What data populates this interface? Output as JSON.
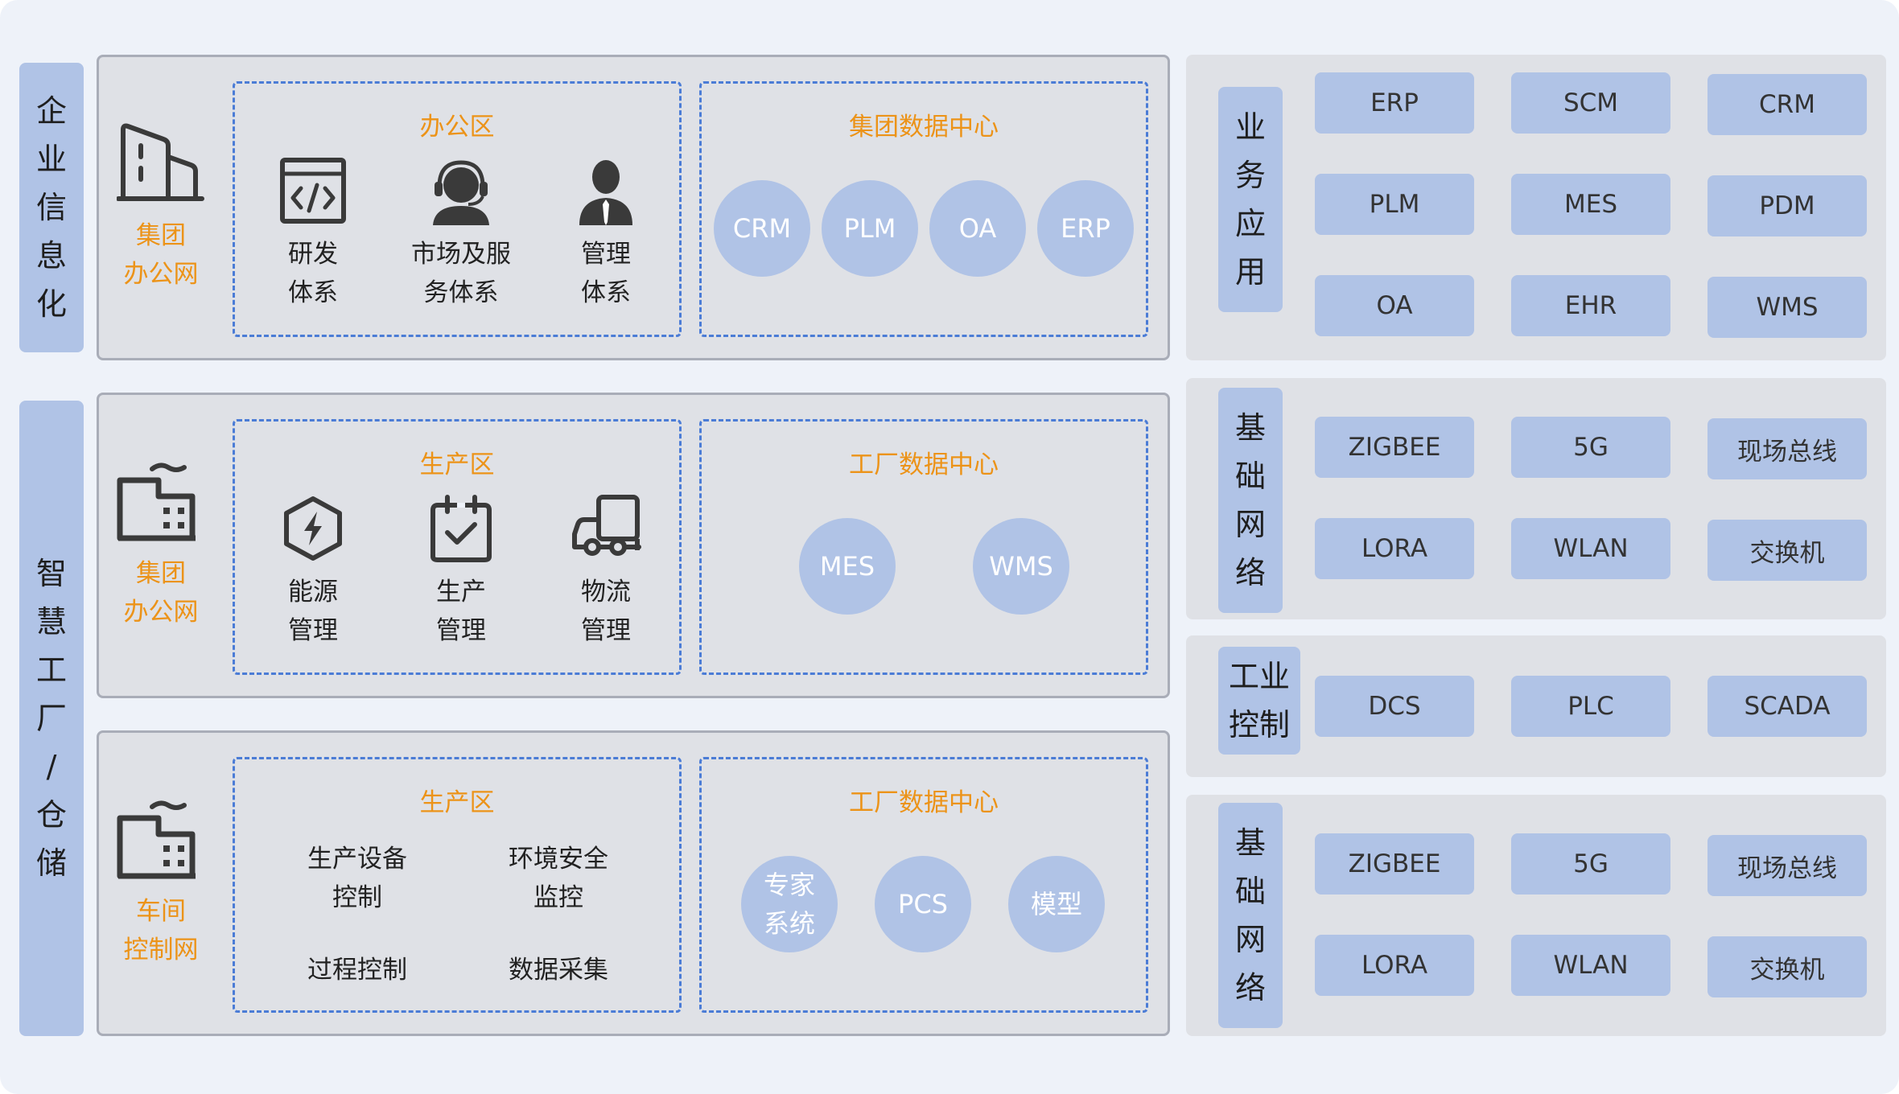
{
  "left_tags": {
    "enterprise": [
      "企",
      "业",
      "信",
      "息",
      "化"
    ],
    "factory": [
      "智",
      "慧",
      "工",
      "厂",
      "/",
      "仓",
      "储"
    ]
  },
  "rows": [
    {
      "net_label": [
        "集团",
        "办公网"
      ],
      "net_icon": "office-building-icon",
      "zone_title": "办公区",
      "zone_items": [
        {
          "icon": "code-window-icon",
          "label": [
            "研发",
            "体系"
          ]
        },
        {
          "icon": "headset-agent-icon",
          "label": [
            "市场及服",
            "务体系"
          ]
        },
        {
          "icon": "manager-person-icon",
          "label": [
            "管理",
            "体系"
          ]
        }
      ],
      "center_title": "集团数据中心",
      "center_items": [
        "CRM",
        "PLM",
        "OA",
        "ERP"
      ]
    },
    {
      "net_label": [
        "集团",
        "办公网"
      ],
      "net_icon": "factory-icon",
      "zone_title": "生产区",
      "zone_items": [
        {
          "icon": "energy-hexagon-icon",
          "label": [
            "能源",
            "管理"
          ]
        },
        {
          "icon": "calendar-check-icon",
          "label": [
            "生产",
            "管理"
          ]
        },
        {
          "icon": "forklift-icon",
          "label": [
            "物流",
            "管理"
          ]
        }
      ],
      "center_title": "工厂数据中心",
      "center_items": [
        "MES",
        "WMS"
      ]
    },
    {
      "net_label": [
        "车间",
        "控制网"
      ],
      "net_icon": "factory-icon",
      "zone_title": "生产区",
      "zone_text_items": [
        [
          "生产设备",
          "控制"
        ],
        [
          "环境安全",
          "监控"
        ],
        [
          "过程控制"
        ],
        [
          "数据采集"
        ]
      ],
      "center_title": "工厂数据中心",
      "center_items": [
        [
          "专家",
          "系统"
        ],
        [
          "PCS"
        ],
        [
          "模型"
        ]
      ]
    }
  ],
  "right_groups": [
    {
      "tag": [
        "业",
        "务",
        "应",
        "用"
      ],
      "items": [
        "ERP",
        "SCM",
        "CRM",
        "PLM",
        "MES",
        "PDM",
        "OA",
        "EHR",
        "WMS"
      ]
    },
    {
      "tag": [
        "基",
        "础",
        "网",
        "络"
      ],
      "items": [
        "ZIGBEE",
        "5G",
        "现场总线",
        "LORA",
        "WLAN",
        "交换机"
      ]
    },
    {
      "tag": [
        "工业",
        "控制"
      ],
      "items": [
        "DCS",
        "PLC",
        "SCADA"
      ]
    },
    {
      "tag": [
        "基",
        "础",
        "网",
        "络"
      ],
      "items": [
        "ZIGBEE",
        "5G",
        "现场总线",
        "LORA",
        "WLAN",
        "交换机"
      ]
    }
  ],
  "colors": {
    "accent_orange": "#ec9318",
    "tag_blue": "#b0c3e6",
    "dash_blue": "#4b7cd6",
    "panel_gray": "#dfe1e6",
    "icon_dark": "#3a3a3a"
  }
}
